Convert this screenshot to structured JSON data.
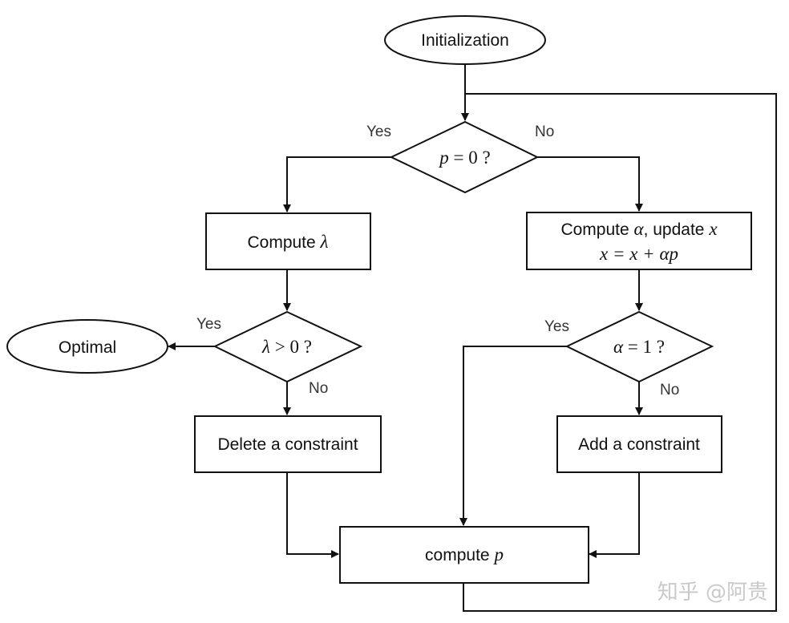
{
  "nodes": {
    "initialization": "Initialization",
    "decision_p": {
      "var": "p",
      "rest": " = 0 ?"
    },
    "compute_lambda": {
      "text": "Compute ",
      "var": "λ"
    },
    "decision_lambda": {
      "var": "λ",
      "rest": " > 0 ?"
    },
    "optimal": "Optimal",
    "delete_constraint": "Delete a constraint",
    "compute_alpha": {
      "line1_a": "Compute ",
      "line1_var": "α",
      "line1_b": ", update ",
      "line1_var2": "x",
      "line2": "x = x + αp"
    },
    "decision_alpha": {
      "var": "α",
      "rest": " = 1 ?"
    },
    "add_constraint": "Add a constraint",
    "compute_p": {
      "text": "compute ",
      "var": "p"
    }
  },
  "edge_labels": {
    "p_yes": "Yes",
    "p_no": "No",
    "lambda_yes": "Yes",
    "lambda_no": "No",
    "alpha_yes": "Yes",
    "alpha_no": "No"
  },
  "watermark": "知乎 @阿贵"
}
